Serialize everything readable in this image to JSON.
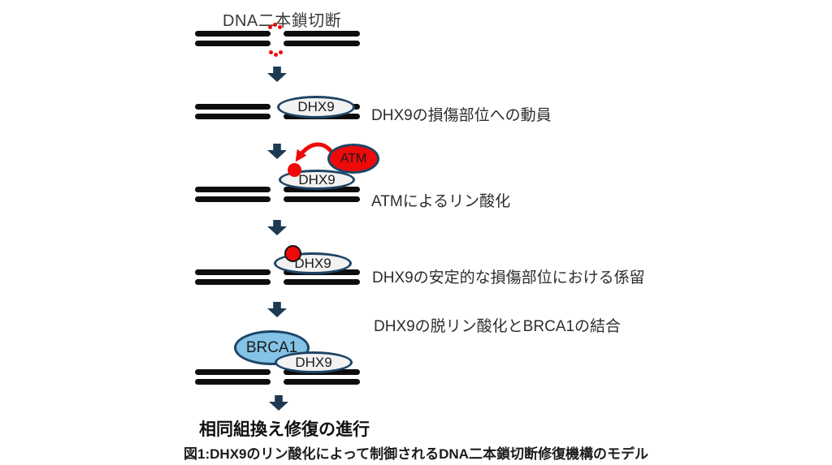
{
  "figure": {
    "title": "DNA二本鎖切断",
    "final_step": "相同組換え修復の進行",
    "caption": "図1:DHX9のリン酸化によって制御されるDNA二本鎖切断修復機構のモデル"
  },
  "steps": {
    "recruitment": "DHX9の損傷部位への動員",
    "phosphorylation": "ATMによるリン酸化",
    "tethering": "DHX9の安定的な損傷部位における係留",
    "dephosphorylation": "DHX9の脱リン酸化とBRCA1の結合"
  },
  "proteins": {
    "dhx9": "DHX9",
    "atm": "ATM",
    "brca1": "BRCA1"
  },
  "icons": {
    "down_arrow": "down-arrow",
    "phospho_arrow": "phosphorylation-arrow",
    "phosphate": "phosphate-dot",
    "break_marks": "double-strand-break-marks"
  },
  "colors": {
    "background": "#ffffff",
    "dna": "#0d0d0d",
    "arrow": "#1d3a52",
    "ellipse-outline": "#1e4465",
    "red": "#ee0a0a",
    "brca1-fill": "#84c3e6",
    "dhx9-fill": "#f2f2f2",
    "text": "#2d2d2d"
  }
}
